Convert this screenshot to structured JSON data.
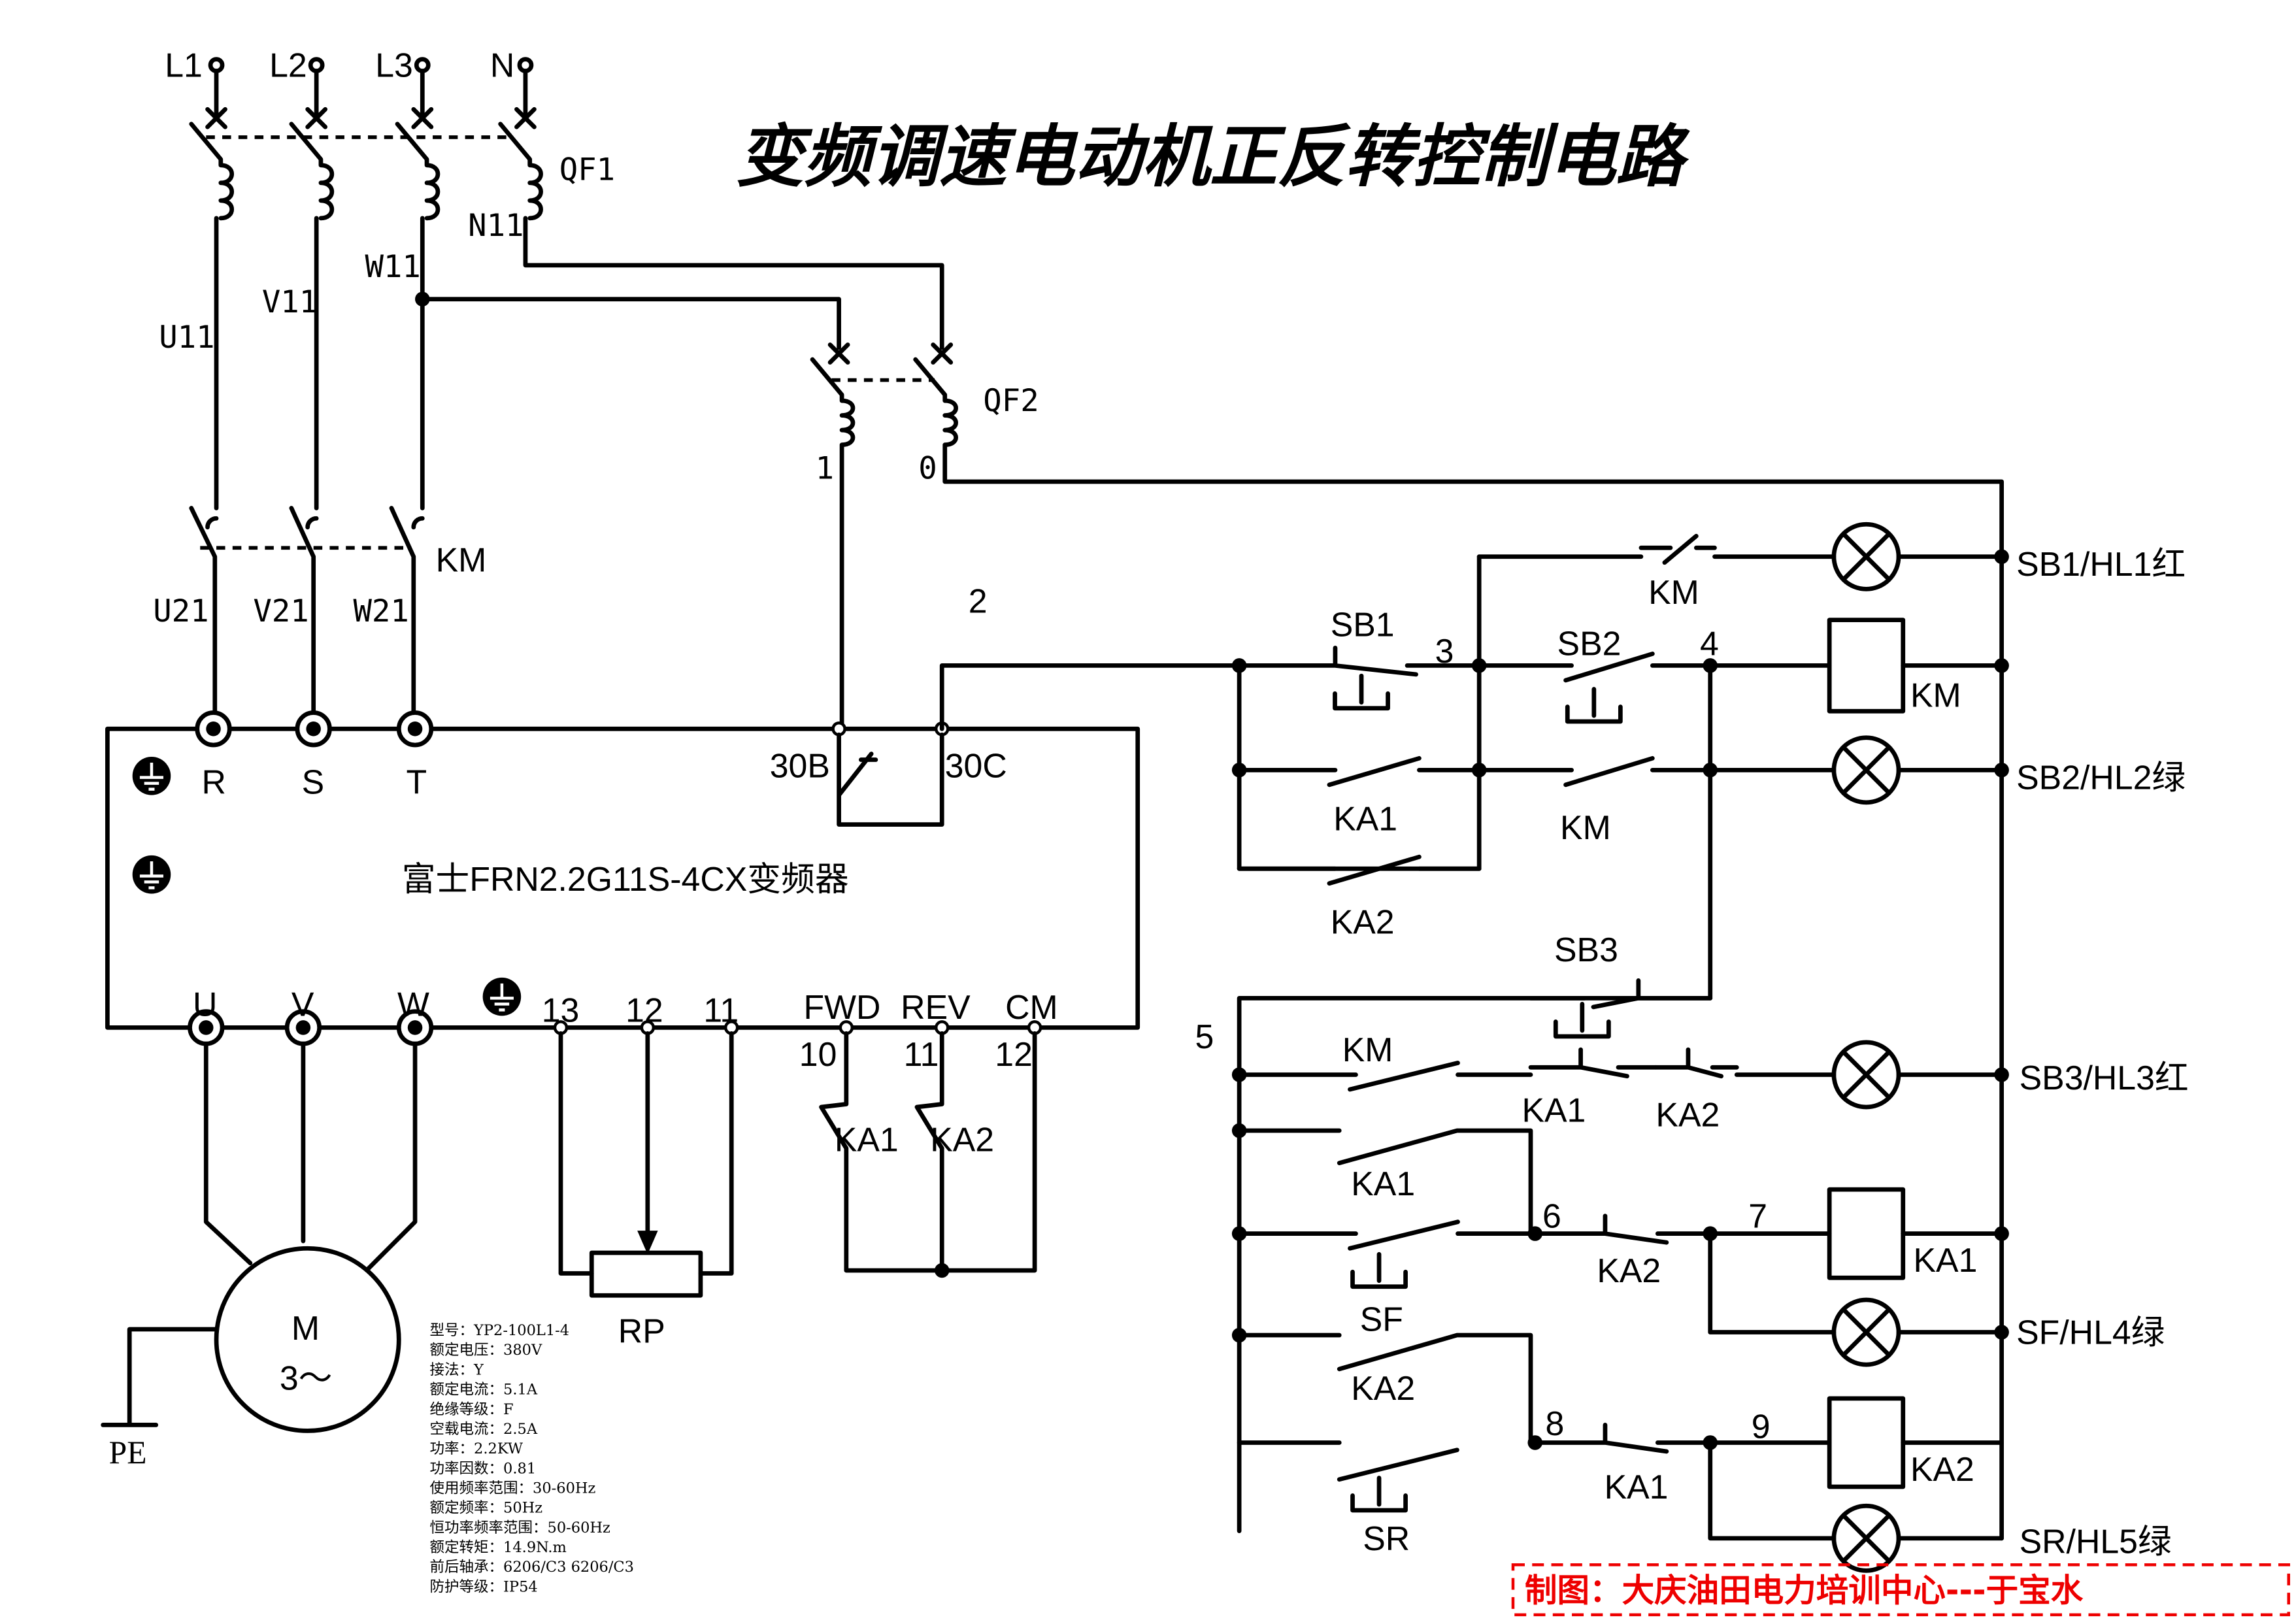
{
  "title": "变频调速电动机正反转控制电路",
  "credit": "制图：大庆油田电力培训中心---于宝水",
  "colors": {
    "wire": "#000000",
    "credit": "#ee0000"
  },
  "supply": {
    "L1": "L1",
    "L2": "L2",
    "L3": "L3",
    "N": "N"
  },
  "breakers": {
    "qf1": "QF1",
    "qf2": "QF2"
  },
  "wires": {
    "n11": "N11",
    "w11": "W11",
    "v11": "V11",
    "u11": "U11",
    "u21": "U21",
    "v21": "V21",
    "w21": "W21",
    "n1": "1",
    "n0": "0",
    "n2": "2",
    "n3": "3",
    "n4": "4",
    "n5": "5",
    "n6": "6",
    "n7": "7",
    "n8": "8",
    "n9": "9"
  },
  "contactor_km": "KM",
  "inverter": {
    "name": "富士FRN2.2G11S-4CX变频器",
    "inputs": [
      "R",
      "S",
      "T"
    ],
    "relay": [
      "30B",
      "30C"
    ],
    "outputs": [
      "U",
      "V",
      "W"
    ],
    "analog": [
      "13",
      "12",
      "11"
    ],
    "digital": [
      "FWD",
      "REV",
      "CM"
    ],
    "digital_nums": [
      "10",
      "11",
      "12"
    ]
  },
  "motor": {
    "label": "M",
    "sub": "3～",
    "pe": "PE"
  },
  "rp": "RP",
  "specs": [
    "型号：YP2-100L1-4",
    "额定电压：380V",
    "接法：Y",
    "额定电流：5.1A",
    "绝缘等级：F",
    "空载电流：2.5A",
    "功率：2.2KW",
    "功率因数：0.81",
    "使用频率范围：30-60Hz",
    "额定频率：50Hz",
    "恒功率频率范围：50-60Hz",
    "额定转矩：14.9N.m",
    "前后轴承：6206/C3 6206/C3",
    "防护等级：IP54"
  ],
  "control": {
    "sb1": "SB1",
    "sb2": "SB2",
    "sb3": "SB3",
    "sf": "SF",
    "sr": "SR",
    "km": "KM",
    "ka1": "KA1",
    "ka2": "KA2"
  },
  "right_labels": [
    "SB1/HL1红",
    "KM",
    "SB2/HL2绿",
    "SB3/HL3红",
    "KA1",
    "SF/HL4绿",
    "KA2",
    "SR/HL5绿"
  ]
}
